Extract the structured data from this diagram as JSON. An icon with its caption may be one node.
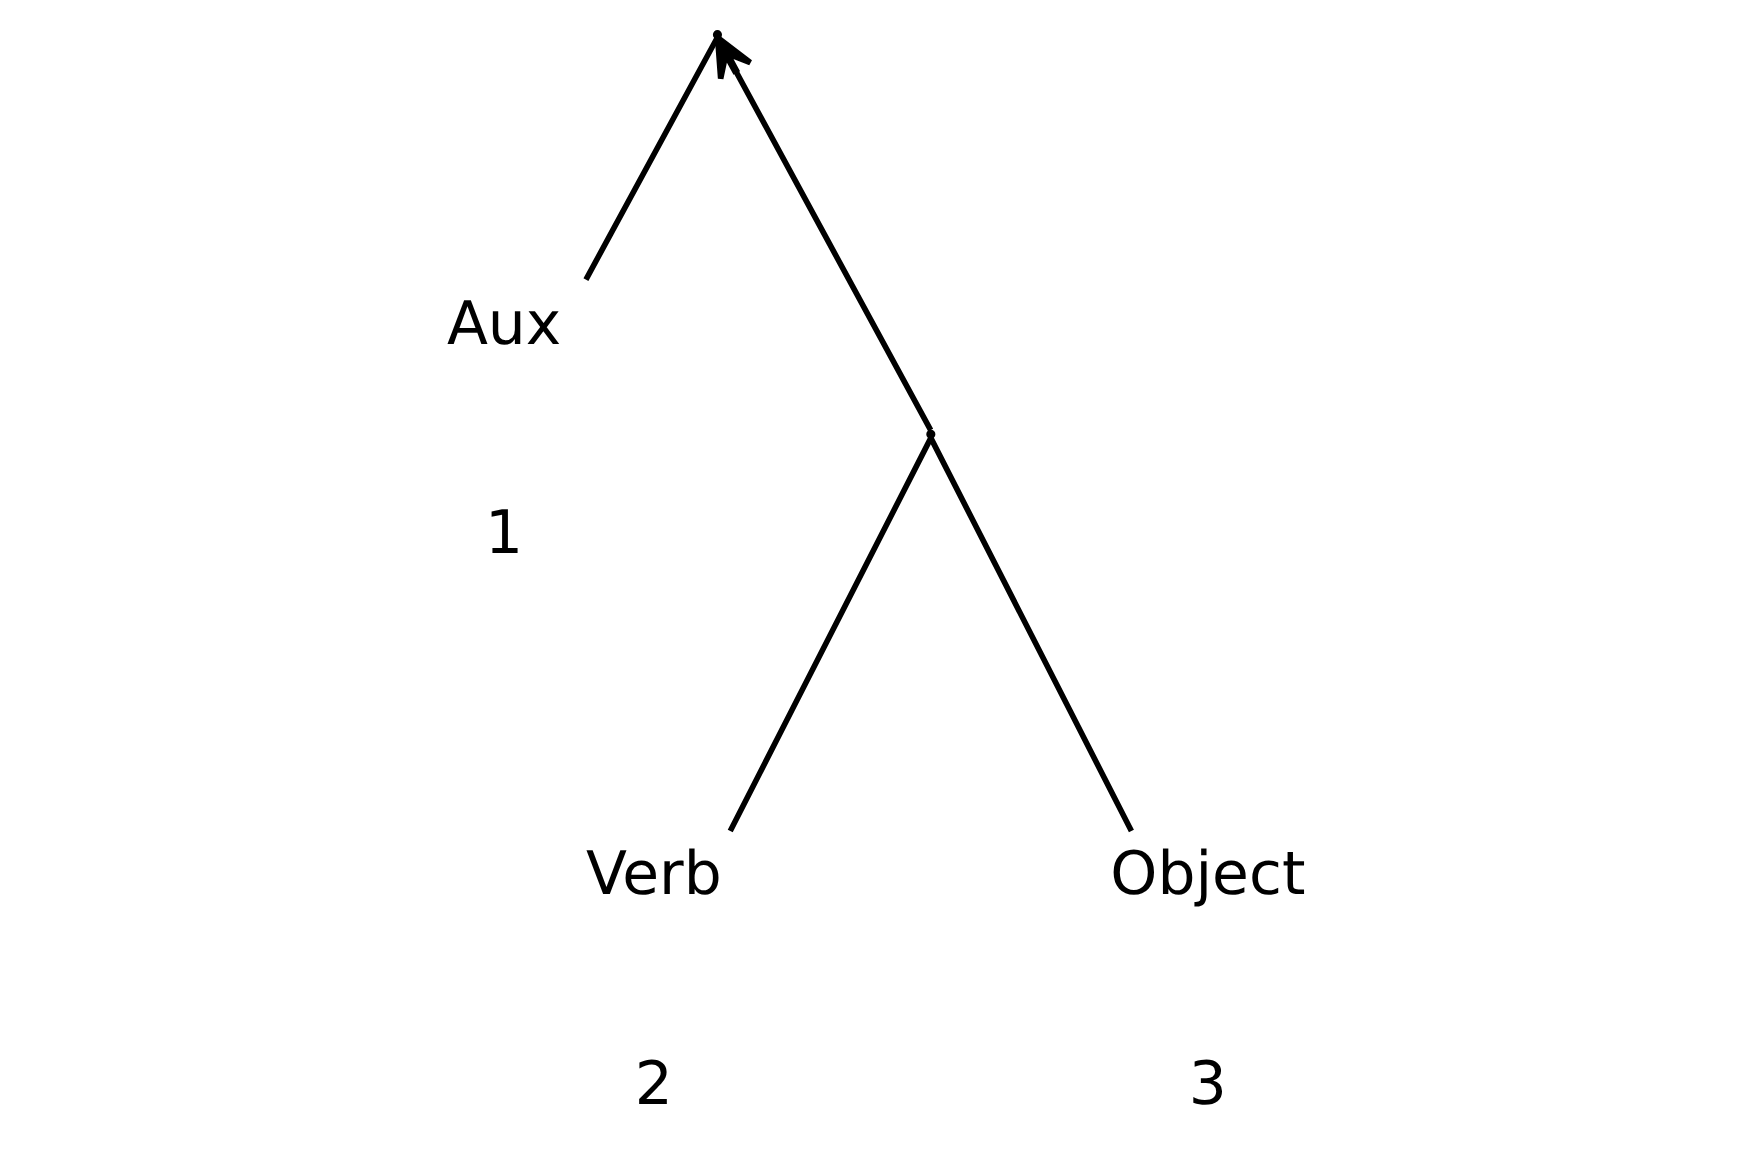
{
  "diagram": {
    "nodes": [
      {
        "text": [],
        "shape": "point"
      },
      {
        "text": [
          "Aux"
        ],
        "beside": [
          "1"
        ]
      },
      {
        "text": [],
        "shape": "point"
      },
      {
        "text": [
          "Verb"
        ],
        "beside": [
          "2"
        ]
      },
      {
        "text": [
          "Object"
        ],
        "beside": [
          "3"
        ]
      }
    ],
    "edges": [
      {
        "from": 1,
        "to": 0,
        "arrow": "none"
      },
      {
        "from": 2,
        "to": 0,
        "arrow": "to"
      },
      {
        "from": 3,
        "to": 2,
        "arrow": "none"
      },
      {
        "from": 4,
        "to": 2,
        "arrow": "none"
      }
    ]
  }
}
